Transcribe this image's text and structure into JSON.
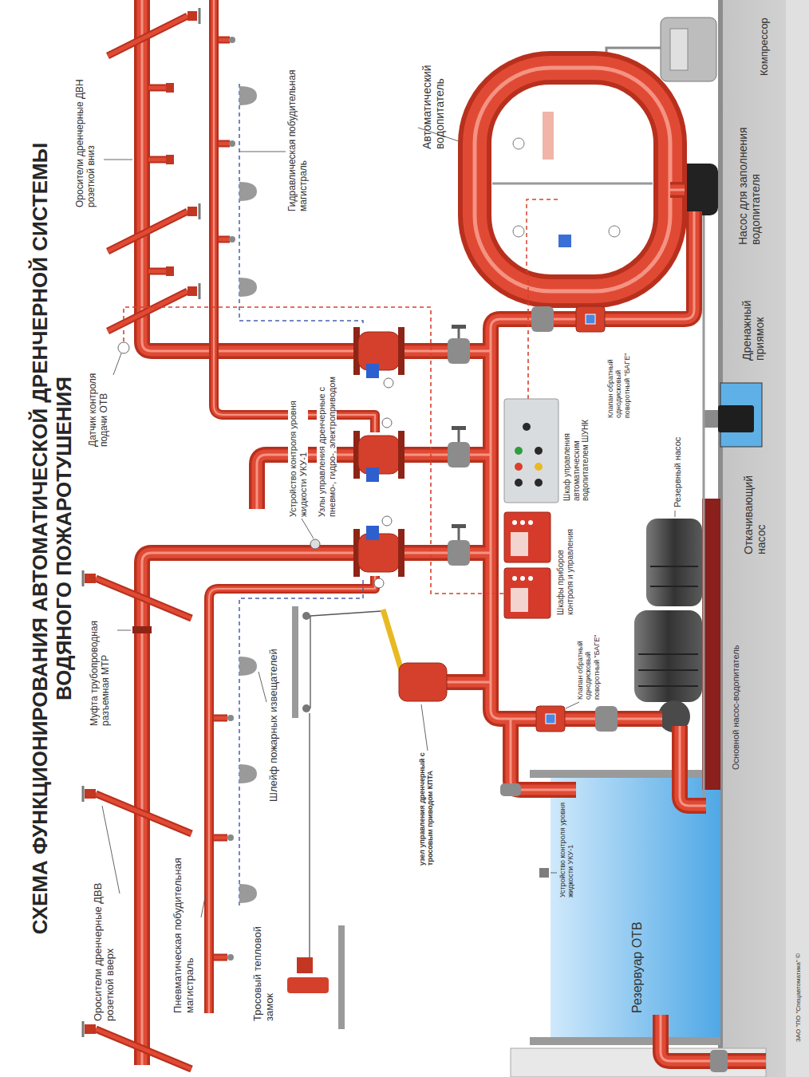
{
  "diagram": {
    "title": "СХЕМА ФУНКЦИОНИРОВАНИЯ АВТОМАТИЧЕСКОЙ ДРЕНЧЕРНОЙ СИСТЕМЫ ВОДЯНОГО ПОЖАРОТУШЕНИЯ",
    "labels": [
      "Оросители дренчерные ДВВ розеткой вверх",
      "Пневматическая побудительная магистраль",
      "Тросовый тепловой замок",
      "Шлейф пожарных извещателей",
      "Резервуар ОТВ",
      "Устройство контроля уровня жидкости УКУ-1",
      "узел управления дренчерный с тросовым приводом КПТА",
      "Клапан обратный однодисковый поворотный \"БАГЕ\"",
      "Основной насос-водопитатель",
      "Шкафы приборов контроля и управления",
      "Шкаф управления автоматическим водопитателем ШУНК",
      "Резервный насос",
      "Откачивающий насос",
      "Дренажный приямок",
      "Клапан обратный однодисковый поворотный \"БАГЕ\"",
      "Насос для заполнения водопитателя",
      "Компрессор",
      "Автоматический водопитатель",
      "Узлы управления дренчерные с пневмо-, гидро-, электроприводом",
      "Устройство контроля уровня жидкости УКУ-1",
      "Гидравлическая побудительная магистраль",
      "Оросители дренчерные ДВН розеткой вниз",
      "Датчик контроля подачи ОТВ",
      "Муфта трубопроводная разъемная МТР",
      "ЗАО \"ПО \"Спецавтоматика\" ©"
    ]
  }
}
